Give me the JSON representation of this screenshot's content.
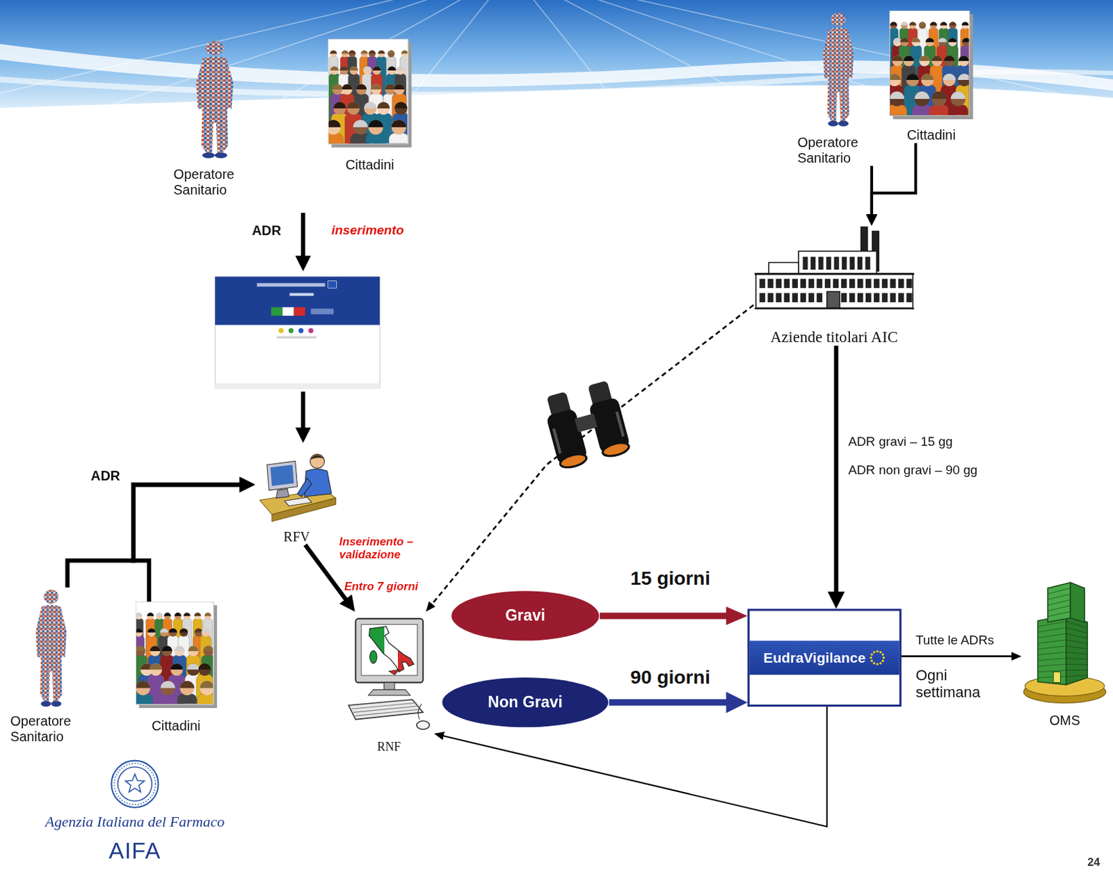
{
  "diagram": {
    "nodes": [
      {
        "text": [
          "Operatore Sanitario"
        ]
      },
      {
        "text": [
          "Cittadini"
        ]
      },
      {
        "text": [
          "Operatore Sanitario"
        ]
      },
      {
        "text": [
          "Cittadini"
        ]
      },
      {
        "text": [
          "Aziende titolari AIC"
        ]
      },
      {
        "text": [
          "RFV"
        ]
      },
      {
        "text": [
          "RNF"
        ]
      },
      {
        "text": [
          "Gravi"
        ]
      },
      {
        "text": [
          "Non Gravi"
        ]
      },
      {
        "text": [
          "EudraVigilance"
        ]
      },
      {
        "text": [
          "OMS"
        ]
      },
      {
        "text": [
          "Operatore Sanitario"
        ]
      },
      {
        "text": [
          "Cittadini"
        ]
      }
    ],
    "edges": [
      {
        "from": 11,
        "to": 5,
        "arrow": "to",
        "label": "ADR"
      },
      {
        "from": 12,
        "to": 5,
        "arrow": "to"
      },
      {
        "from": 5,
        "to": 6,
        "arrow": "to"
      },
      {
        "from": 4,
        "to": 6,
        "arrow": "to"
      },
      {
        "from": 2,
        "to": 4,
        "arrow": "to"
      },
      {
        "from": 3,
        "to": 4,
        "arrow": "to"
      },
      {
        "from": 4,
        "to": 9,
        "arrow": "to",
        "label": "ADR gravi – 15 gg"
      },
      {
        "from": 7,
        "to": 9,
        "arrow": "to",
        "label": "15 giorni"
      },
      {
        "from": 8,
        "to": 9,
        "arrow": "to",
        "label": "90 giorni"
      },
      {
        "from": 9,
        "to": 10,
        "arrow": "to",
        "label": "Tutte le ADRs"
      },
      {
        "from": 9,
        "to": 6,
        "arrow": "to"
      }
    ],
    "labels": [
      "ADR",
      "inserimento",
      "Inserimento – validazione",
      "Entro 7 giorni",
      "ADR non gravi – 90 gg",
      "Ogni settimana",
      "Agenzia Italiana del Farmaco",
      "AIFA",
      "24"
    ]
  }
}
